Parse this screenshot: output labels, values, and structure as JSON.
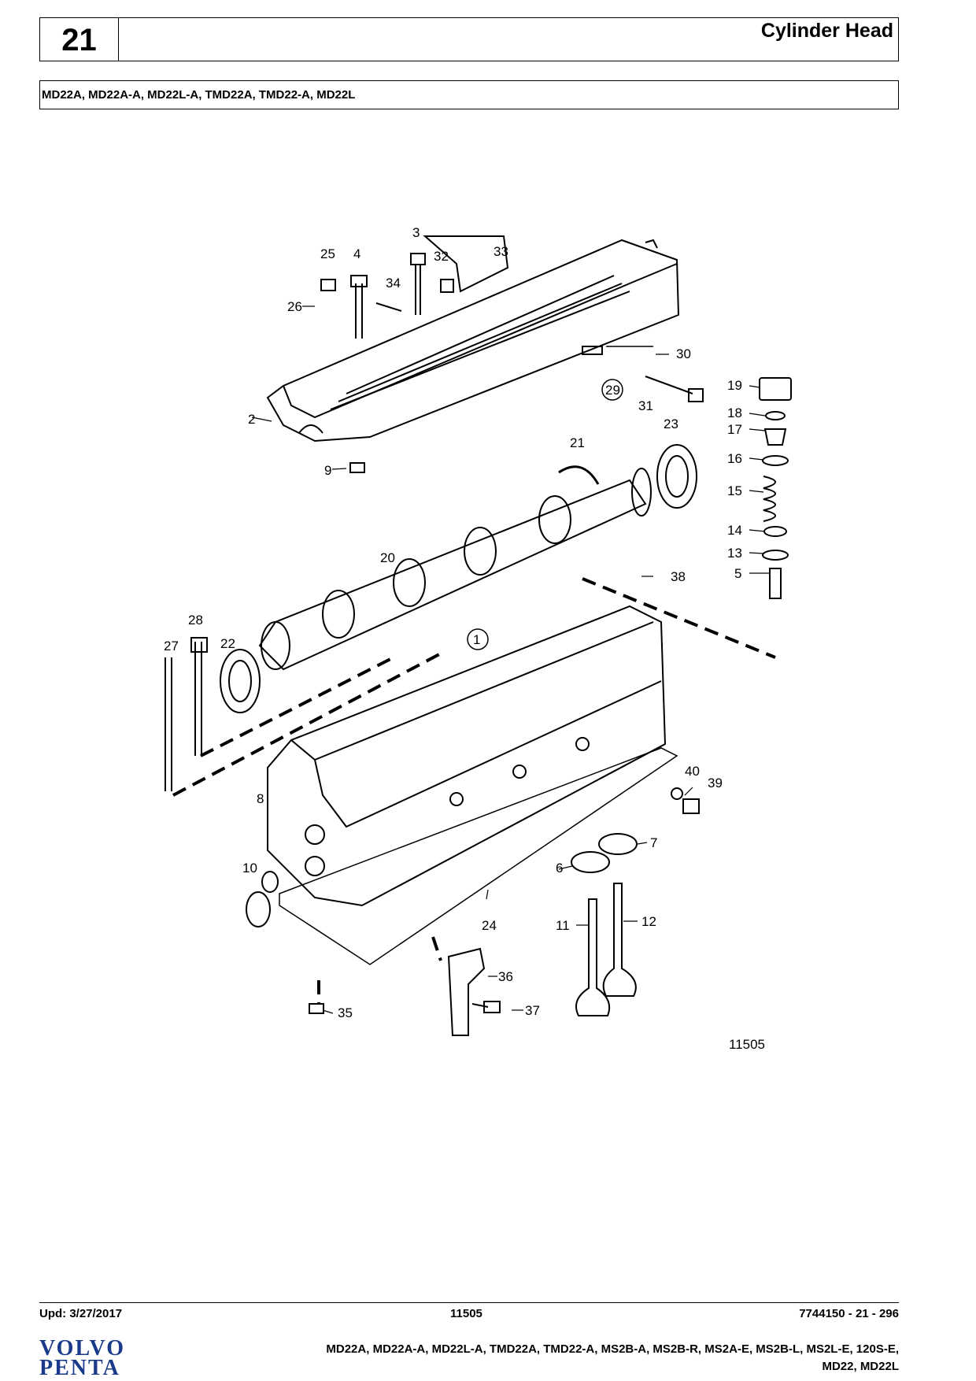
{
  "header": {
    "section_number": "21",
    "title": "Cylinder Head",
    "models": "MD22A, MD22A-A, MD22L-A, TMD22A, TMD22-A, MD22L"
  },
  "diagram": {
    "illustration_number": "11505",
    "callouts": {
      "c1": "1",
      "c2": "2",
      "c3": "3",
      "c4": "4",
      "c5": "5",
      "c6": "6",
      "c7": "7",
      "c8": "8",
      "c9": "9",
      "c10": "10",
      "c11": "11",
      "c12": "12",
      "c13": "13",
      "c14": "14",
      "c15": "15",
      "c16": "16",
      "c17": "17",
      "c18": "18",
      "c19": "19",
      "c20": "20",
      "c21": "21",
      "c22": "22",
      "c23": "23",
      "c24": "24",
      "c25": "25",
      "c26": "26",
      "c27": "27",
      "c28": "28",
      "c29": "29",
      "c30": "30",
      "c31": "31",
      "c32": "32",
      "c33": "33",
      "c34": "34",
      "c35": "35",
      "c36": "36",
      "c37": "37",
      "c38": "38",
      "c39": "39",
      "c40": "40"
    }
  },
  "footer": {
    "updated": "Upd: 3/27/2017",
    "illustration": "11505",
    "doc_ref": "7744150 - 21 - 296",
    "brand_line1": "VOLVO",
    "brand_line2": "PENTA",
    "models_line1": "MD22A, MD22A-A, MD22L-A, TMD22A, TMD22-A, MS2B-A, MS2B-R, MS2A-E, MS2B-L, MS2L-E, 120S-E,",
    "models_line2": "MD22, MD22L"
  }
}
